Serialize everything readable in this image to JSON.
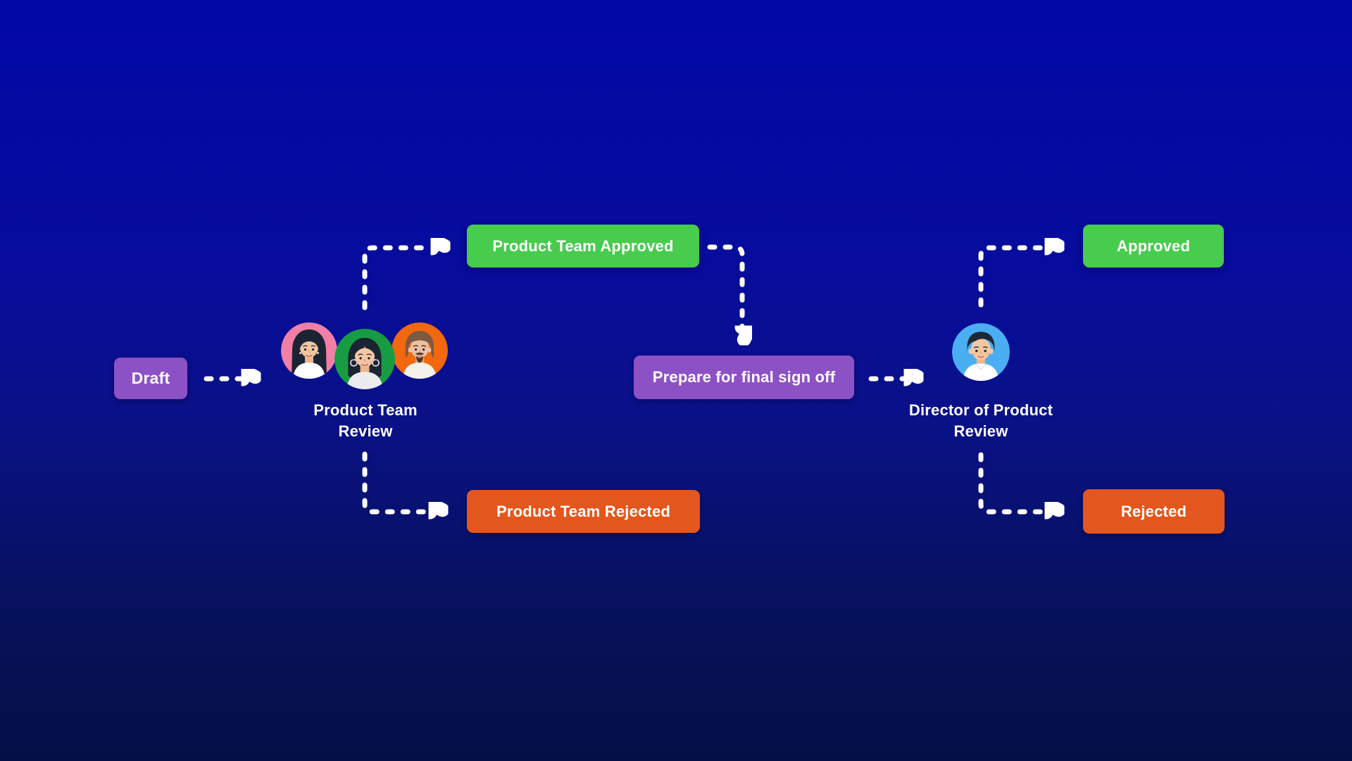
{
  "background": {
    "top_color": "#0208A6",
    "bottom_color": "#05114E"
  },
  "connector_style": {
    "color": "#FFFFFF",
    "line": "dashed",
    "arrowhead": "solid-triangle"
  },
  "workflow": {
    "draft": {
      "label": "Draft",
      "color": "#8C52C5"
    },
    "product_team_review": {
      "label": "Product Team Review",
      "avatars": [
        {
          "name": "woman-pink-avatar",
          "bg": "#F27FA5"
        },
        {
          "name": "woman-green-avatar",
          "bg": "#189C43"
        },
        {
          "name": "man-orange-avatar",
          "bg": "#F1680E"
        }
      ]
    },
    "product_team_approved": {
      "label": "Product Team Approved",
      "color": "#47CC4D"
    },
    "product_team_rejected": {
      "label": "Product Team Rejected",
      "color": "#E3571E"
    },
    "prepare_final_sign_off": {
      "label": "Prepare for final sign off",
      "color": "#8C52C5"
    },
    "director_review": {
      "label": "Director of Product Review",
      "avatars": [
        {
          "name": "man-blue-avatar",
          "bg": "#49AEF2"
        }
      ]
    },
    "approved": {
      "label": "Approved",
      "color": "#47CC4D"
    },
    "rejected": {
      "label": "Rejected",
      "color": "#E3571E"
    }
  },
  "edges": [
    {
      "from": "draft",
      "to": "product_team_review"
    },
    {
      "from": "product_team_review",
      "to": "product_team_approved"
    },
    {
      "from": "product_team_review",
      "to": "product_team_rejected"
    },
    {
      "from": "product_team_approved",
      "to": "prepare_final_sign_off"
    },
    {
      "from": "prepare_final_sign_off",
      "to": "director_review"
    },
    {
      "from": "director_review",
      "to": "approved"
    },
    {
      "from": "director_review",
      "to": "rejected"
    }
  ]
}
